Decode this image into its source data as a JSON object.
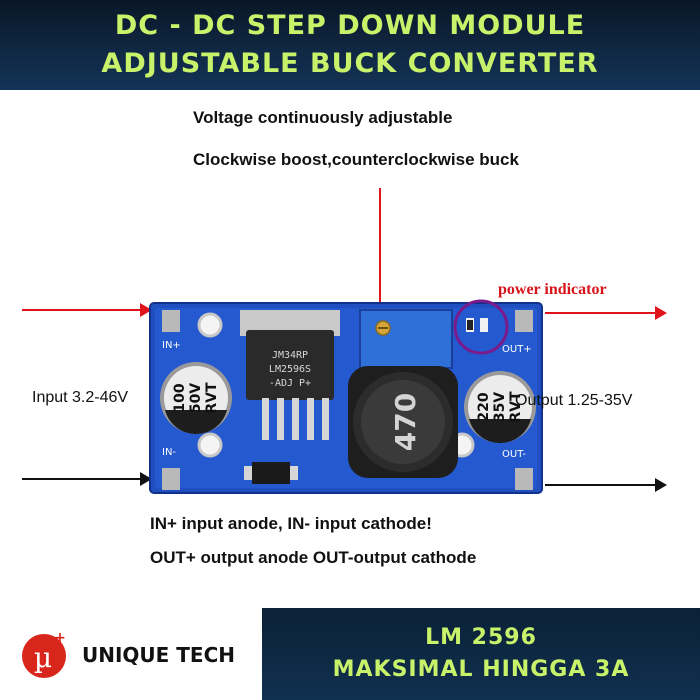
{
  "header": {
    "line1": "DC - DC STEP DOWN MODULE",
    "line2": "ADJUSTABLE BUCK CONVERTER"
  },
  "notes": {
    "top1": "Voltage continuously adjustable",
    "top2": "Clockwise boost,counterclockwise buck",
    "power_indicator": "power indicator",
    "input": "Input 3.2-46V",
    "output": "Output 1.25-35V",
    "bottom1": "IN+ input anode, IN- input cathode!",
    "bottom2": "OUT+ output anode OUT-output cathode"
  },
  "board": {
    "in_plus": "IN+",
    "in_minus": "IN-",
    "out_plus": "OUT+",
    "out_minus": "OUT-",
    "ic_line1": "JM34RP",
    "ic_line2": "LM2596S",
    "ic_line3": "-ADJ P+",
    "cap_in_line1": "100",
    "cap_in_line2": "50V",
    "cap_in_line3": "RVT",
    "cap_out_line1": "220",
    "cap_out_line2": "35V",
    "cap_out_line3": "RVT",
    "inductor": "470"
  },
  "footer": {
    "brand": "UNIQUE TECH",
    "logo_mark": "µ",
    "logo_plus": "+",
    "line1": "LM 2596",
    "line2": "MAKSIMAL HINGGA 3A"
  },
  "colors": {
    "accent": "#c8f26a",
    "header_bg": "#0f2742",
    "pcb": "#1f4fc0",
    "arrow_red": "#e0141b",
    "logo_red": "#d9261c"
  }
}
